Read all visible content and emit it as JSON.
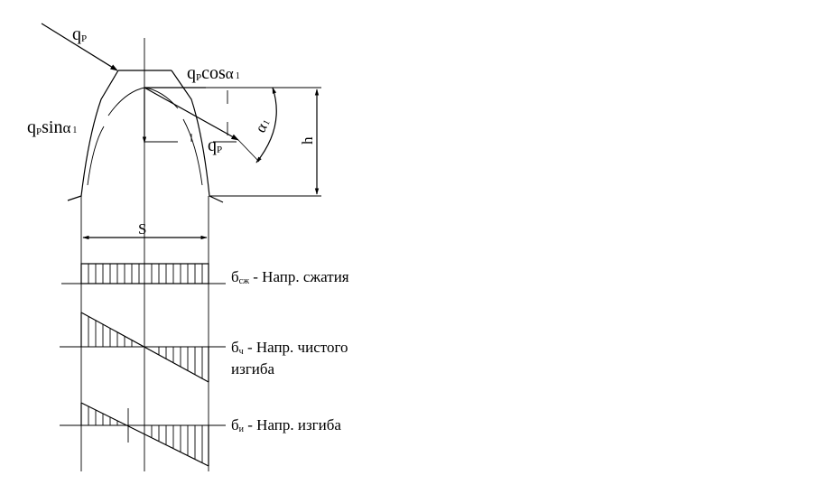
{
  "force_labels": {
    "q_main": "q",
    "q_sub": "P",
    "cos_q": "q",
    "cos_sub": "P",
    "cos_text": "cos",
    "cos_alpha": "α",
    "cos_alpha_idx": "1",
    "sin_q": "q",
    "sin_sub": "P",
    "sin_text": "sin",
    "sin_alpha": "α",
    "sin_alpha_idx": "1",
    "qp_q": "q",
    "qp_sub": "P"
  },
  "dimensions": {
    "alpha": "α",
    "alpha_idx": "1",
    "h": "h",
    "s": "S"
  },
  "stress_labels": [
    {
      "sym": "б",
      "sub": "сж",
      "text": " - Напр. сжатия",
      "text2": ""
    },
    {
      "sym": "б",
      "sub": "ч",
      "text": " - Напр. чистого",
      "text2": "изгиба"
    },
    {
      "sym": "б",
      "sub": "и",
      "text": " - Напр. изгиба",
      "text2": ""
    }
  ]
}
